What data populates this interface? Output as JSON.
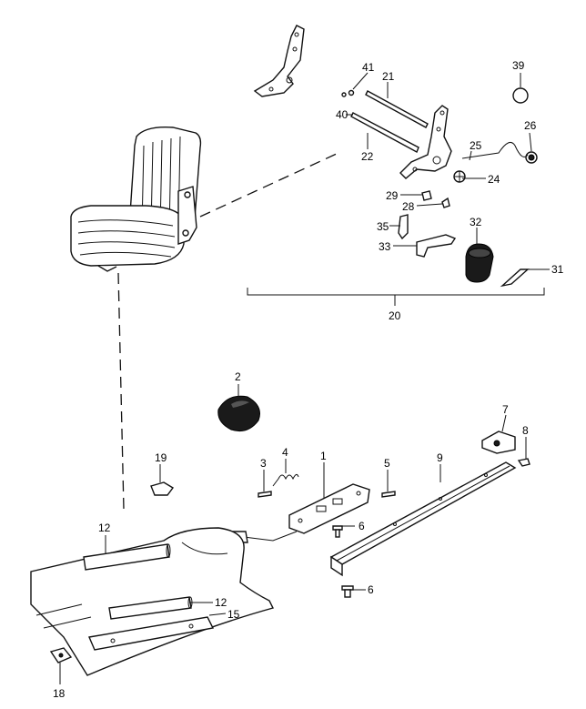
{
  "diagram": {
    "callouts": {
      "c1": "1",
      "c2": "2",
      "c3": "3",
      "c4": "4",
      "c5": "5",
      "c6a": "6",
      "c6b": "6",
      "c7": "7",
      "c8": "8",
      "c9": "9",
      "c12a": "12",
      "c12b": "12",
      "c15": "15",
      "c18": "18",
      "c19": "19",
      "c20": "20",
      "c21": "21",
      "c22": "22",
      "c24": "24",
      "c25": "25",
      "c26": "26",
      "c28": "28",
      "c29": "29",
      "c31": "31",
      "c32": "32",
      "c33": "33",
      "c35": "35",
      "c39": "39",
      "c40": "40",
      "c41": "41"
    }
  }
}
